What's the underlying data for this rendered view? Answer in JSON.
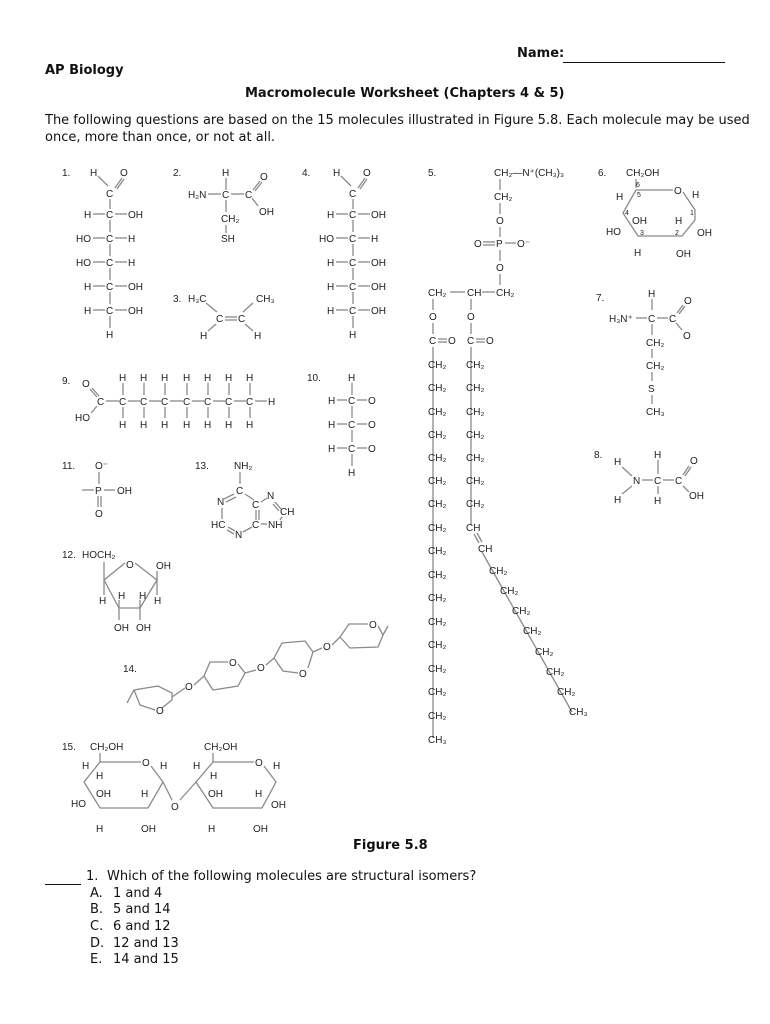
{
  "header": {
    "name_label": "Name:",
    "name_value": "",
    "course": "AP Biology",
    "title": "Macromolecule Worksheet (Chapters 4 & 5)"
  },
  "intro": {
    "line1": "The following questions are based on the 15 molecules illustrated in Figure 5.8. Each molecule may be used",
    "line2": "once, more than once, or not at all."
  },
  "figure": {
    "caption": "Figure 5.8",
    "molecules": [
      {
        "number": "1.",
        "description": "linear aldohexose (Fischer projection): H-C=O, H-C-OH, HO-C-H, HO-C-H, H-C-OH, H-C-OH, H"
      },
      {
        "number": "2.",
        "description": "amino acid: H2N-CH(CH2-SH)-COOH"
      },
      {
        "number": "3.",
        "description": "H3C-CH=CH-CH3"
      },
      {
        "number": "4.",
        "description": "linear aldohexose (Fischer projection): H-C=O, H-C-OH, HO-C-H, H-C-OH, H-C-OH, H-C-OH, H"
      },
      {
        "number": "5.",
        "description": "phospholipid: CH2-N+(CH3)3, CH2, O, O=P-O-, O, glycerol with two fatty acid tails"
      },
      {
        "number": "6.",
        "description": "ring hexose with CH2OH, carbons numbered 1-6"
      },
      {
        "number": "7.",
        "description": "H3N+-CH(CH2-CH2-S-CH3)-COO-"
      },
      {
        "number": "8.",
        "description": "H2N-CH2-COOH"
      },
      {
        "number": "9.",
        "description": "fatty acid: HO-C(=O)-(CH2)6-CH3"
      },
      {
        "number": "10.",
        "description": "glycerol backbone: H, H-C-O, H-C-O, H-C-O, H"
      },
      {
        "number": "11.",
        "description": "phosphate group: -P(O-)(=O)-OH"
      },
      {
        "number": "12.",
        "description": "ring pentose: HOCH2, O, OH, H, H, H, H, OH, OH"
      },
      {
        "number": "13.",
        "description": "adenine: NH2 purine base"
      },
      {
        "number": "14.",
        "description": "polysaccharide chain of linked rings via O"
      },
      {
        "number": "15.",
        "description": "disaccharide: two hexose rings linked by O"
      }
    ],
    "labels": {
      "m1": {
        "n": "1.",
        "top": [
          "H",
          "O"
        ],
        "c": "C",
        "rows": [
          [
            "H",
            "OH"
          ],
          [
            "HO",
            "H"
          ],
          [
            "HO",
            "H"
          ],
          [
            "H",
            "OH"
          ],
          [
            "H",
            "OH"
          ]
        ],
        "bottom": "H"
      },
      "m2": {
        "n": "2.",
        "h": "H",
        "h2n": "H₂N",
        "c": "C",
        "o": "O",
        "oh": "OH",
        "ch2": "CH₂",
        "sh": "SH"
      },
      "m3": {
        "n": "3.",
        "h3c": "H₃C",
        "ch3": "CH₃",
        "c": "C",
        "h": "H"
      },
      "m4": {
        "n": "4.",
        "top": [
          "H",
          "O"
        ],
        "c": "C",
        "rows": [
          [
            "H",
            "OH"
          ],
          [
            "HO",
            "H"
          ],
          [
            "H",
            "OH"
          ],
          [
            "H",
            "OH"
          ],
          [
            "H",
            "OH"
          ]
        ],
        "bottom": "H"
      },
      "m5": {
        "n": "5.",
        "head": "CH₂—N⁺(CH₃)₃",
        "ch2": "CH₂",
        "o": "O",
        "p": "P",
        "om": "O⁻",
        "ch": "CH",
        "c": "C",
        "ch3": "CH₃"
      },
      "m6": {
        "n": "6.",
        "ch2oh": "CH₂OH",
        "o": "O",
        "h": "H",
        "oh": "OH",
        "ho": "HO",
        "c_nums": [
          "6",
          "5",
          "4",
          "3",
          "2",
          "1"
        ]
      },
      "m7": {
        "n": "7.",
        "h": "H",
        "h3n": "H₃N⁺",
        "c": "C",
        "o": "O",
        "ch2": "CH₂",
        "s": "S",
        "ch3": "CH₃"
      },
      "m8": {
        "n": "8.",
        "h": "H",
        "n_atom": "N",
        "c": "C",
        "o": "O",
        "oh": "OH"
      },
      "m9": {
        "n": "9.",
        "o": "O",
        "ho": "HO",
        "c": "C",
        "h": "H"
      },
      "m10": {
        "n": "10.",
        "h": "H",
        "c": "C",
        "o": "O"
      },
      "m11": {
        "n": "11.",
        "om": "O⁻",
        "p": "P",
        "oh": "OH",
        "o": "O"
      },
      "m12": {
        "n": "12.",
        "hoch2": "HOCH₂",
        "o": "O",
        "oh": "OH",
        "h": "H"
      },
      "m13": {
        "n": "13.",
        "nh2": "NH₂",
        "n_atom": "N",
        "c": "C",
        "ch": "CH",
        "nh": "NH",
        "hc": "HC"
      },
      "m14": {
        "n": "14.",
        "o": "O"
      },
      "m15": {
        "n": "15.",
        "ch2oh": "CH₂OH",
        "o": "O",
        "h": "H",
        "oh": "OH",
        "ho": "HO"
      }
    }
  },
  "questions": [
    {
      "answer_blank": "",
      "number": "1.",
      "text": "Which of the following molecules are structural isomers?",
      "options": [
        {
          "letter": "A.",
          "text": "1 and 4"
        },
        {
          "letter": "B.",
          "text": "5 and 14"
        },
        {
          "letter": "C.",
          "text": "6 and 12"
        },
        {
          "letter": "D.",
          "text": "12 and 13"
        },
        {
          "letter": "E.",
          "text": "14 and 15"
        }
      ]
    }
  ]
}
